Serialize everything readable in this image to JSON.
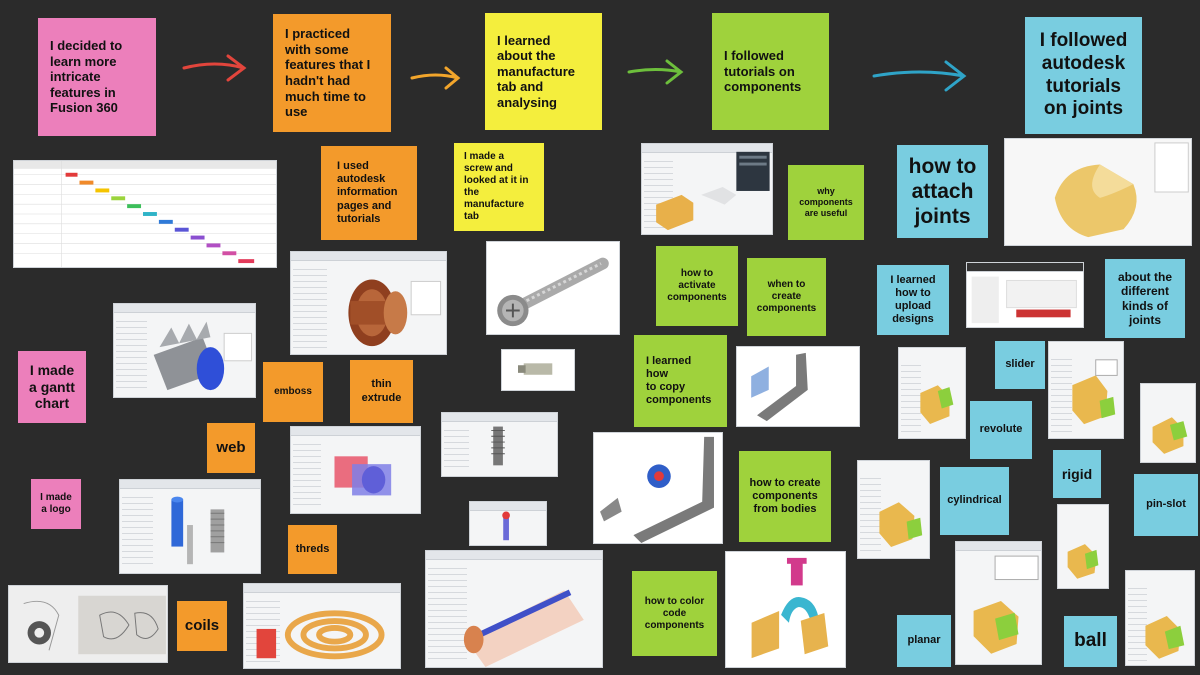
{
  "board": {
    "notes": {
      "decided": "I decided to\nlearn more\nintricate\nfeatures in\nFusion 360",
      "practiced": "I practiced\nwith some\nfeatures that I\nhadn't had\nmuch time to\nuse",
      "manufacture": "I learned\nabout the\nmanufacture\ntab and\nanalysing",
      "components_tut": "I followed\ntutorials on\ncomponents",
      "joints_tut": "I followed\nautodesk\ntutorials\non joints",
      "used_autodesk": "I used\nautodesk\ninformation\npages and\ntutorials",
      "made_screw": "I made a\nscrew and\nlooked at it in\nthe\nmanufacture\ntab",
      "why_components": "why\ncomponents\nare useful",
      "how_attach": "how to\nattach\njoints",
      "how_activate": "how to\nactivate\ncomponents",
      "when_create": "when to\ncreate\ncomponents",
      "learned_upload": "I learned\nhow to\nupload\ndesigns",
      "kinds_joints": "about the\ndifferent\nkinds of\njoints",
      "gantt": "I made\na gantt\nchart",
      "emboss": "emboss",
      "thin_extrude": "thin\nextrude",
      "copy_components": "I learned how\nto copy\ncomponents",
      "slider": "slider",
      "revolute": "revolute",
      "web": "web",
      "logo": "I made\na logo",
      "create_bodies": "how to create\ncomponents\nfrom bodies",
      "rigid": "rigid",
      "cylindrical": "cylindrical",
      "pin_slot": "pin-slot",
      "threds": "threds",
      "coils": "coils",
      "color_code": "how to color\ncode\ncomponents",
      "planar": "planar",
      "ball": "ball"
    }
  },
  "colors": {
    "pink": "#ec7fbb",
    "orange": "#f39a2b",
    "yellow": "#f4ee3d",
    "green": "#9fd23c",
    "blue": "#79cde0",
    "background": "#2b2b2b",
    "arrow_red": "#e2453c",
    "arrow_orange": "#f2a52b",
    "arrow_green": "#6dbf3c",
    "arrow_teal": "#2fa4c8"
  },
  "icons": [
    "arrow-right-icon"
  ]
}
